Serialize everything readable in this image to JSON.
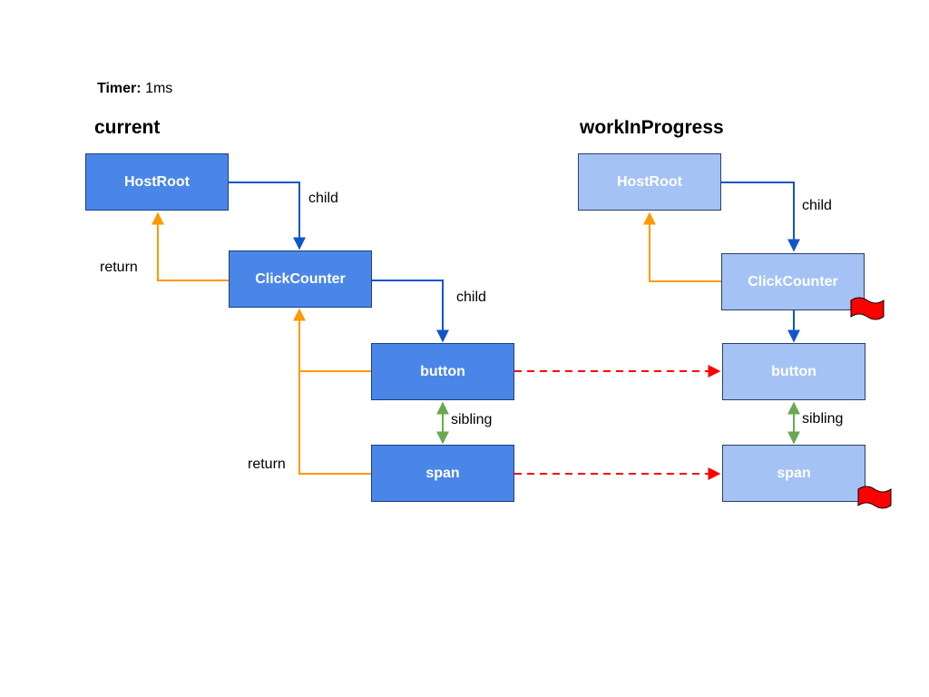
{
  "timer": {
    "label": "Timer:",
    "value": "1ms"
  },
  "headings": {
    "current": "current",
    "wip": "workInProgress"
  },
  "nodes": {
    "current": {
      "hostroot": "HostRoot",
      "clickcounter": "ClickCounter",
      "button": "button",
      "span": "span"
    },
    "wip": {
      "hostroot": "HostRoot",
      "clickcounter": "ClickCounter",
      "button": "button",
      "span": "span"
    }
  },
  "edge_labels": {
    "cur_child_1": "child",
    "cur_child_2": "child",
    "cur_return_1": "return",
    "cur_return_2": "return",
    "cur_sibling": "sibling",
    "wip_child_1": "child",
    "wip_sibling": "sibling"
  },
  "colors": {
    "current_node": "#4a86e8",
    "wip_node": "#a4c2f4",
    "child_edge": "#1155cc",
    "return_edge": "#ff9900",
    "sibling_edge": "#6aa84f",
    "alternate_edge": "#ff0000",
    "effect_flag": "#ff0000"
  },
  "icons": {
    "effect_flag": "red-flag-icon"
  }
}
